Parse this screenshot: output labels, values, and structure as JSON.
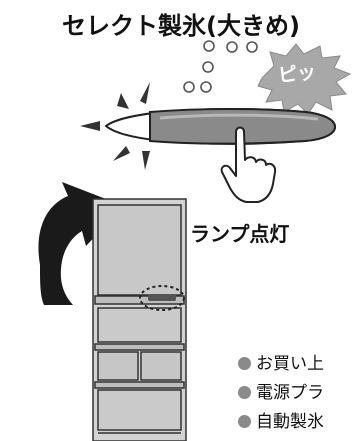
{
  "title": "セレクト製氷(大きめ)",
  "beep": "ピッ",
  "lamp_label": "ランプ点灯",
  "notes": [
    "お買い上",
    "電源プラ",
    "自動製氷"
  ],
  "colors": {
    "burst": "#a8a8a8",
    "button": "#8a8a8a",
    "arrow": "#1a1a1a",
    "fridge_body": "#cfcfcf",
    "bullet": "#8a8a8a"
  },
  "icons": [
    "beep-burst-icon",
    "pressing-hand-icon",
    "curved-arrow-icon",
    "refrigerator-icon",
    "lamp-highlight-icon"
  ]
}
